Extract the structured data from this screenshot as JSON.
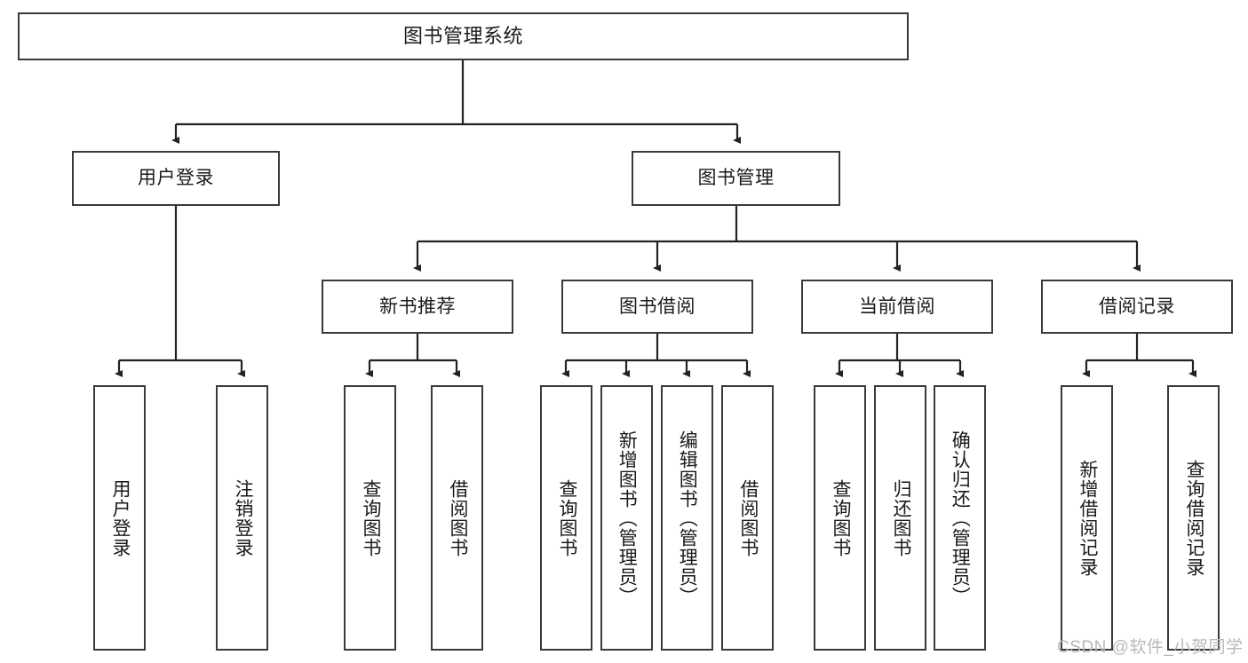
{
  "diagram": {
    "title": "图书管理系统",
    "type": "tree-hierarchy-chart",
    "watermark": "CSDN @软件_小贺同学",
    "colors": {
      "box_border": "#3a3a3a",
      "box_fill": "#ffffff",
      "edge": "#222222",
      "text": "#1a1a1a",
      "watermark": "#b9b9b9"
    },
    "nodes": {
      "root": {
        "label": "图书管理系统"
      },
      "level2": [
        {
          "label": "用户登录"
        },
        {
          "label": "图书管理"
        }
      ],
      "level3": [
        {
          "label": "新书推荐"
        },
        {
          "label": "图书借阅"
        },
        {
          "label": "当前借阅"
        },
        {
          "label": "借阅记录"
        }
      ],
      "leaves": {
        "user_login": [
          {
            "label": "用户登录"
          },
          {
            "label": "注销登录"
          }
        ],
        "new_book_recommend": [
          {
            "label": "查询图书"
          },
          {
            "label": "借阅图书"
          }
        ],
        "book_borrow": [
          {
            "label": "查询图书"
          },
          {
            "label": "新增图书（管理员）"
          },
          {
            "label": "编辑图书（管理员）"
          },
          {
            "label": "借阅图书"
          }
        ],
        "current_borrow": [
          {
            "label": "查询图书"
          },
          {
            "label": "归还图书"
          },
          {
            "label": "确认归还（管理员）"
          }
        ],
        "borrow_record": [
          {
            "label": "新增借阅记录"
          },
          {
            "label": "查询借阅记录"
          }
        ]
      }
    }
  }
}
